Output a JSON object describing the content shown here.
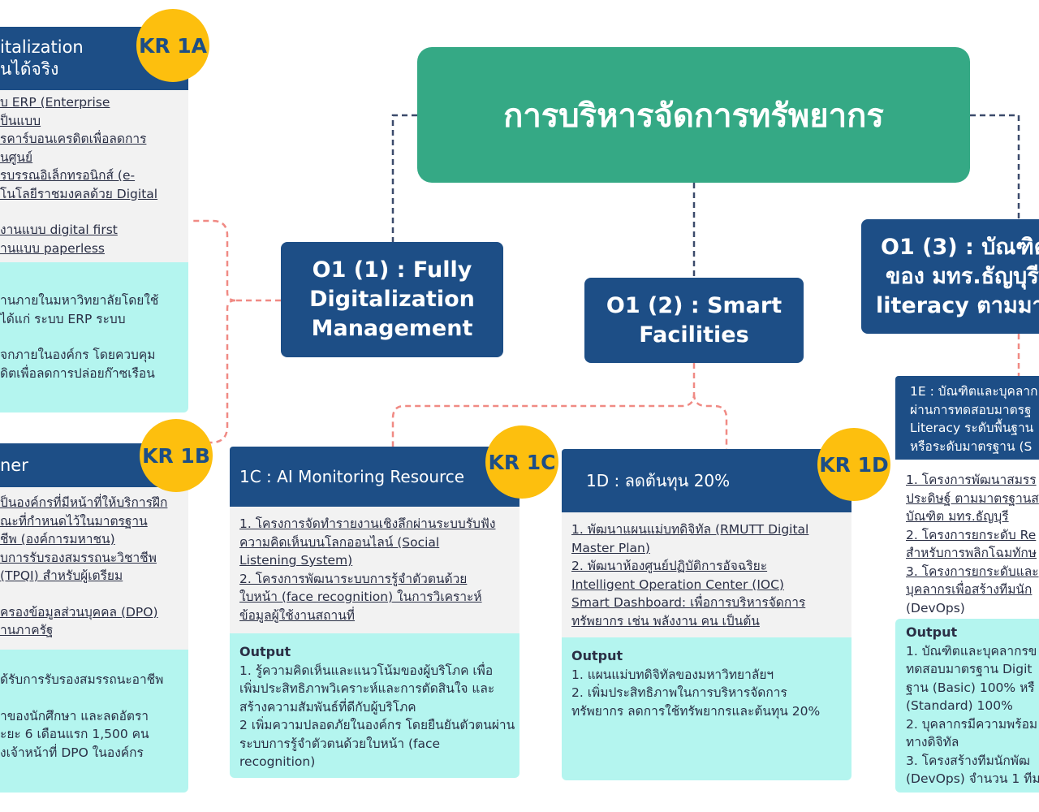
{
  "root": {
    "title": "การบริหารจัดการทรัพยากร"
  },
  "objectives": [
    {
      "label": "O1 (1) : Fully Digitalization Management",
      "l1": "O1 (1) : Fully",
      "l2": "Digitalization",
      "l3": "Management"
    },
    {
      "label": "O1 (2) : Smart Facilities",
      "l1": "O1 (2) : Smart",
      "l2": "Facilities"
    },
    {
      "label": "O1 (3)",
      "l1": "O1 (3) : บัณฑิต",
      "l2": "ของ มทร.ธัญบุรี",
      "l3": "literacy ตามมา"
    }
  ],
  "kr1a": {
    "badge": "KR 1A",
    "head": [
      "italization",
      "นได้จริง"
    ],
    "grey": [
      "บ ERP (Enterprise",
      "ป็นแบบ",
      "รคาร์บอนเครดิตเพื่อลดการ",
      "นศูนย์",
      "รบรรณอิเล็กทรอนิกส์ (e-",
      "โนโลยีราชมงคลด้วย Digital",
      "",
      "งานแบบ digital first",
      "านแบบ paperless"
    ],
    "cyan": [
      "",
      "านภายในมหาวิทยาลัยโดยใช้",
      "ได้แก่ ระบบ ERP ระบบ",
      "",
      "จกภายในองค์กร โดยควบคุม",
      "ดิตเพื่อลดการปล่อยก๊าซเรือน"
    ]
  },
  "kr1b": {
    "badge": "KR 1B",
    "head": "ner",
    "grey": [
      "ป็นองค์กรที่มีหน้าที่ให้บริการฝึก",
      "ณะที่กำหนดไว้ในมาตรฐาน",
      "ชีพ (องค์การมหาชน)",
      "บการรับรองสมรรถนะวิชาชีพ",
      " (TPQI) สำหรับผู้เตรียม",
      "",
      "ครองข้อมูลส่วนบุคคล (DPO)",
      "านภาครัฐ"
    ],
    "cyan": [
      "",
      "ด้รับการรับรองสมรรถนะอาชีพ",
      "",
      "ำของนักศึกษา และลดอัตรา",
      "ะยะ 6 เดือนแรก 1,500 คน",
      "งเจ้าหน้าที่ DPO ในองค์กร"
    ]
  },
  "kr1c": {
    "badge": "KR 1C",
    "head": "1C : AI Monitoring Resource",
    "grey": [
      "1. โครงการจัดทำรายงานเชิงลึกผ่านระบบรับฟัง",
      "ความคิดเห็นบนโลกออนไลน์ (Social",
      "Listening System)",
      "2. โครงการพัฒนาระบบการรู้จำตัวตนด้วย",
      "ใบหน้า (face recognition) ในการวิเคราะห์",
      "ข้อมูลผู้ใช้งานสถานที่"
    ],
    "output_label": "Output",
    "cyan": [
      "1. รู้ความคิดเห็นและแนวโน้มของผู้บริโภค เพื่อ",
      "เพิ่มประสิทธิภาพวิเคราะห์และการตัดสินใจ และ",
      "สร้างความสัมพันธ์ที่ดีกับผู้บริโภค",
      "2 เพิ่มความปลอดภัยในองค์กร โดยยืนยันตัวตนผ่าน",
      "ระบบการรู้จำตัวตนด้วยใบหน้า (face recognition)"
    ]
  },
  "kr1d": {
    "badge": "KR 1D",
    "head": "1D : ลดต้นทุน 20%",
    "grey": [
      "1. พัฒนาแผนแม่บทดิจิทัล (RMUTT Digital",
      "Master Plan)",
      "2. พัฒนาห้องศูนย์ปฏิบัติการอัจฉริยะ",
      "Intelligent Operation Center (IOC)",
      "Smart Dashboard: เพื่อการบริหารจัดการ",
      "ทรัพยากร เช่น พลังงาน คน เป็นต้น"
    ],
    "output_label": "Output",
    "cyan": [
      "1. แผนแม่บทดิจิทัลของมหาวิทยาลัยฯ",
      "2. เพิ่มประสิทธิภาพในการบริหารจัดการ",
      "ทรัพยากร ลดการใช้ทรัพยากรและต้นทุน 20%"
    ]
  },
  "kr1e": {
    "head": [
      "1E : บัณฑิตและบุคลาก",
      "ผ่านการทดสอบมาตรฐ",
      "Literacy ระดับพื้นฐาน",
      "หรือระดับมาตรฐาน (S"
    ],
    "grey": [
      "1. โครงการพัฒนาสมรร",
      "ประดิษฐ์ ตามมาตรฐานส",
      "บัณฑิต มทร.ธัญบุรี",
      "2. โครงการยกระดับ Re",
      "สำหรับการพลิกโฉมทักษ",
      "3. โครงการยกระดับและ",
      "บุคลากรเพื่อสร้างทีมนัก",
      "(DevOps)"
    ],
    "output_label": "Output",
    "cyan": [
      "1. บัณฑิตและบุคลากรข",
      "ทดสอบมาตรฐาน Digit",
      "ฐาน (Basic) 100% หรื",
      "(Standard) 100%",
      "2. บุคลากรมีความพร้อม",
      "ทางดิจิทัล",
      "3. โครงสร้างทีมนักพัฒ",
      "(DevOps) จำนวน 1 ทีม"
    ]
  },
  "colors": {
    "navy": "#1d4e86",
    "green": "#35a985",
    "yellow": "#fdbf0e",
    "cyan": "#b4f5ef",
    "grey": "#f2f2f2",
    "connector_red": "#f08a84",
    "connector_navy": "#3b4a6b"
  }
}
